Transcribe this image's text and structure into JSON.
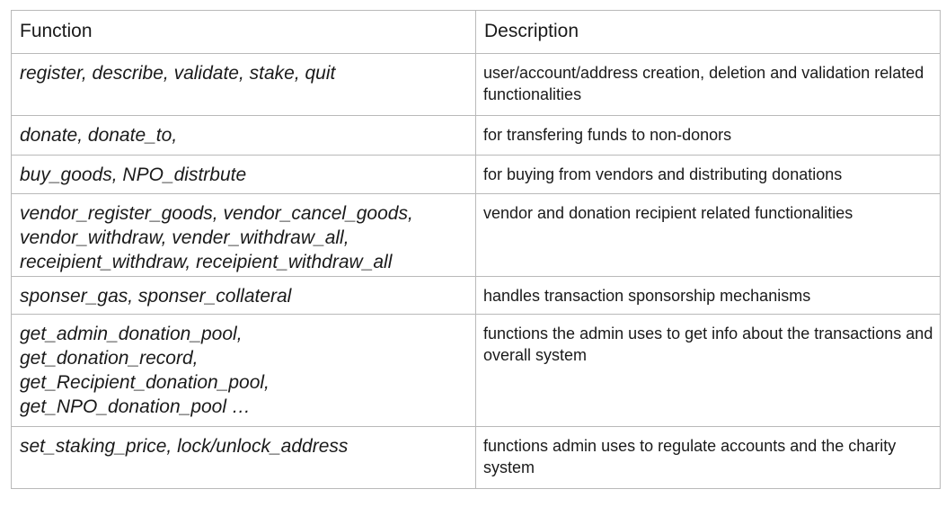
{
  "table": {
    "headers": {
      "function": "Function",
      "description": "Description"
    },
    "rows": [
      {
        "function": "register, describe, validate, stake, quit",
        "description": "user/account/address creation, deletion and validation related functionalities"
      },
      {
        "function": "donate, donate_to,",
        "description": "for transfering funds  to non-donors"
      },
      {
        "function": "buy_goods, NPO_distrbute",
        "description": "for buying from vendors and distributing donations"
      },
      {
        "function": "vendor_register_goods, vendor_cancel_goods,\nvendor_withdraw, vender_withdraw_all,\nreceipient_withdraw, receipient_withdraw_all",
        "description": "vendor and donation recipient  related functionalities"
      },
      {
        "function": "sponser_gas, sponser_collateral",
        "description": "handles transaction sponsorship mechanisms"
      },
      {
        "function": "get_admin_donation_pool,\nget_donation_record,\nget_Recipient_donation_pool,\nget_NPO_donation_pool …",
        "description": "functions the admin uses to get info about the transactions and overall system"
      },
      {
        "function": "set_staking_price, lock/unlock_address",
        "description": "functions admin uses to regulate accounts and the charity system"
      }
    ]
  }
}
